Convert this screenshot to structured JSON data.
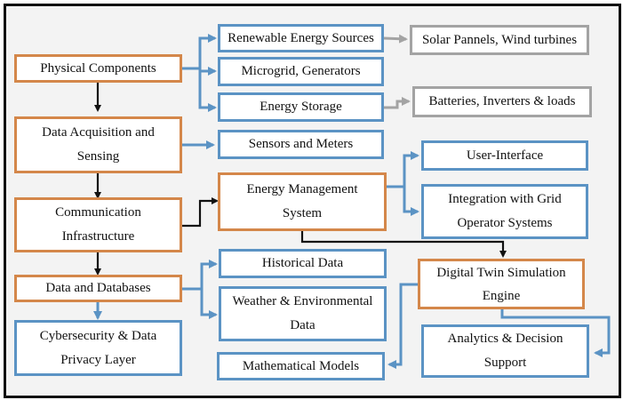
{
  "diagram": {
    "colors": {
      "core": "#d4874a",
      "detail": "#5b93c4",
      "example": "#a3a3a3",
      "flow_arrow": "#111111",
      "background": "#f3f3f3"
    },
    "nodes": {
      "physical_components": "Physical Components",
      "data_acquisition": "Data Acquisition and Sensing",
      "communication": "Communication Infrastructure",
      "data_databases": "Data and Databases",
      "cybersecurity": "Cybersecurity & Data Privacy Layer",
      "renewable": "Renewable Energy Sources",
      "microgrid": "Microgrid, Generators",
      "storage": "Energy Storage",
      "sensors": "Sensors and Meters",
      "solar": "Solar Pannels, Wind turbines",
      "batteries": "Batteries, Inverters & loads",
      "ems": "Energy Management System",
      "user_interface": "User-Interface",
      "grid_integration": "Integration with Grid Operator Systems",
      "historical": "Historical Data",
      "weather": "Weather & Environmental Data",
      "math_models": "Mathematical Models",
      "digital_twin": "Digital Twin Simulation Engine",
      "analytics": "Analytics & Decision Support"
    },
    "edges": [
      {
        "from": "Physical Components",
        "to": "Data Acquisition and Sensing"
      },
      {
        "from": "Data Acquisition and Sensing",
        "to": "Communication Infrastructure"
      },
      {
        "from": "Communication Infrastructure",
        "to": "Data and Databases"
      },
      {
        "from": "Data and Databases",
        "to": "Cybersecurity & Data Privacy Layer"
      },
      {
        "from": "Physical Components",
        "to": "Renewable Energy Sources"
      },
      {
        "from": "Physical Components",
        "to": "Microgrid, Generators"
      },
      {
        "from": "Physical Components",
        "to": "Energy Storage"
      },
      {
        "from": "Renewable Energy Sources",
        "to": "Solar Pannels, Wind turbines"
      },
      {
        "from": "Energy Storage",
        "to": "Batteries, Inverters & loads"
      },
      {
        "from": "Data Acquisition and Sensing",
        "to": "Sensors and Meters"
      },
      {
        "from": "Communication Infrastructure",
        "to": "Energy Management System"
      },
      {
        "from": "Energy Management System",
        "to": "User-Interface"
      },
      {
        "from": "Energy Management System",
        "to": "Integration with Grid Operator Systems"
      },
      {
        "from": "Energy Management System",
        "to": "Digital Twin Simulation Engine"
      },
      {
        "from": "Data and Databases",
        "to": "Historical Data"
      },
      {
        "from": "Data and Databases",
        "to": "Weather & Environmental Data"
      },
      {
        "from": "Digital Twin Simulation Engine",
        "to": "Mathematical Models"
      },
      {
        "from": "Digital Twin Simulation Engine",
        "to": "Analytics & Decision Support"
      }
    ]
  }
}
